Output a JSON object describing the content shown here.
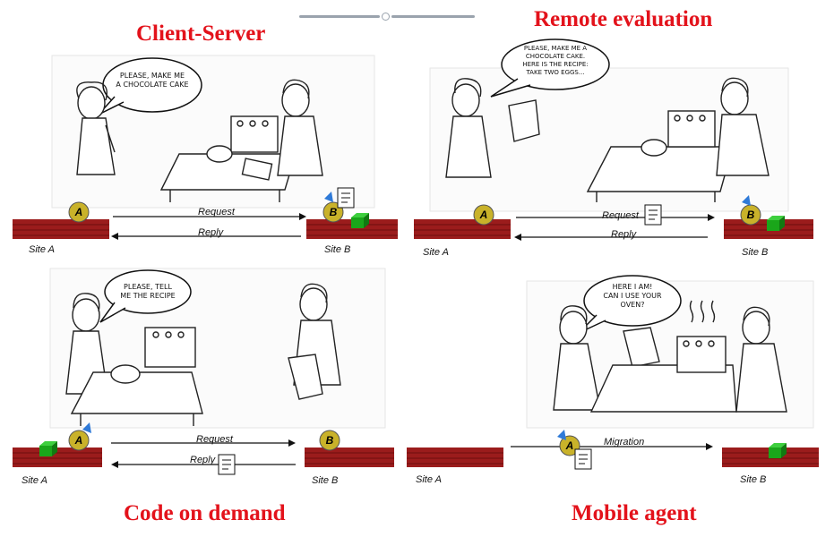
{
  "titles": {
    "client_server": "Client-Server",
    "remote_evaluation": "Remote evaluation",
    "code_on_demand": "Code on demand",
    "mobile_agent": "Mobile agent"
  },
  "bubbles": {
    "client_server": "PLEASE, MAKE ME\nA CHOCOLATE CAKE",
    "remote_evaluation": "PLEASE, MAKE ME A\nCHOCOLATE CAKE.\nHERE IS THE RECIPE:\nTAKE TWO EGGS...",
    "code_on_demand": "PLEASE, TELL\nME THE RECIPE",
    "mobile_agent": "HERE I AM!\nCAN I USE YOUR\nOVEN?"
  },
  "nodes": {
    "a": "A",
    "b": "B"
  },
  "sites": {
    "a": "Site A",
    "b": "Site B"
  },
  "arrows": {
    "request": "Request",
    "reply": "Reply",
    "migration": "Migration"
  },
  "colors": {
    "title": "#e3121b",
    "platform": "#9b1c1c",
    "node_coin": "#c9b22a",
    "cube": "#1aa61a",
    "arrow": "#111111"
  }
}
